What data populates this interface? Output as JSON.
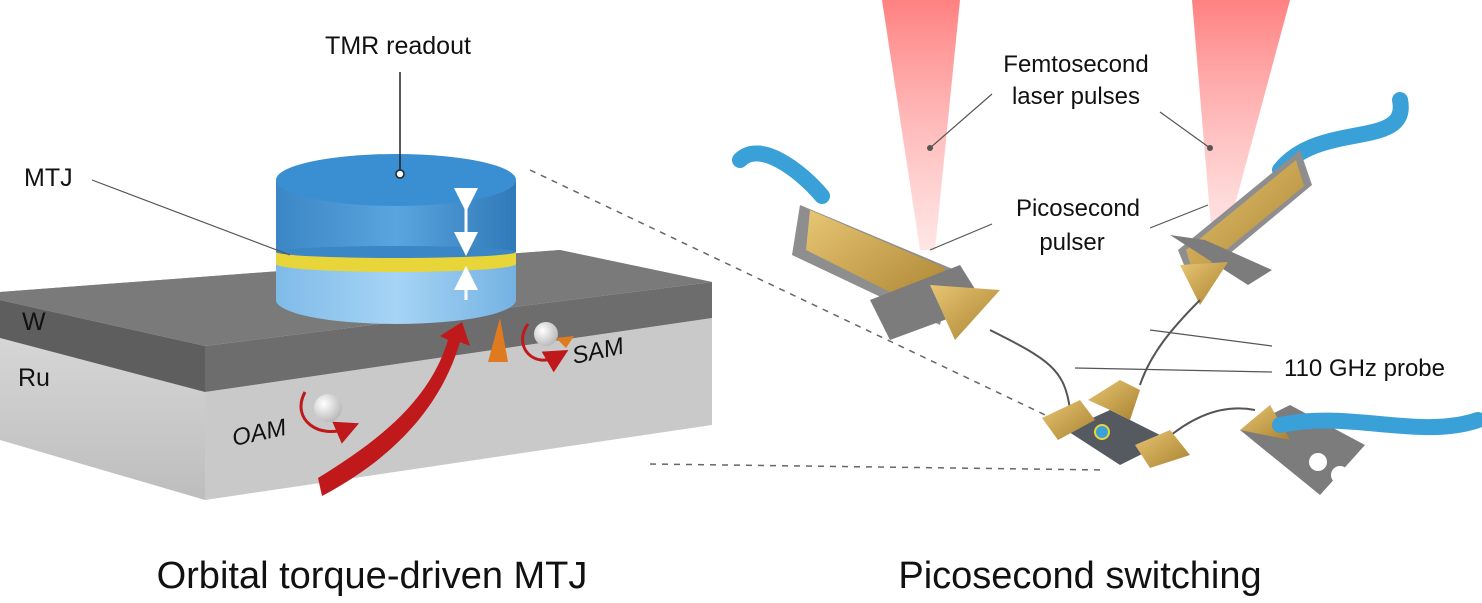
{
  "left_panel": {
    "caption": "Orbital torque-driven MTJ",
    "labels": {
      "tmr_readout": "TMR readout",
      "mtj": "MTJ",
      "w": "W",
      "ru": "Ru",
      "oam": "OAM",
      "sam": "SAM"
    }
  },
  "right_panel": {
    "caption": "Picosecond switching",
    "labels": {
      "femtosecond_line1": "Femtosecond",
      "femtosecond_line2": "laser pulses",
      "picosecond_line1": "Picosecond",
      "picosecond_line2": "pulser",
      "probe": "110 GHz probe"
    }
  },
  "colors": {
    "substrate": "#c4c4c4",
    "w_layer": "#6b6b6b",
    "mtj_top": "#3f8fcf",
    "mtj_bottom": "#8ec6ee",
    "barrier": "#e8d53a",
    "current_arrow": "#c0191c",
    "spin_arrow": "#e07a1f",
    "laser": "#ff7a7a",
    "gold": "#c8a040",
    "cable": "#3aa0d8"
  }
}
